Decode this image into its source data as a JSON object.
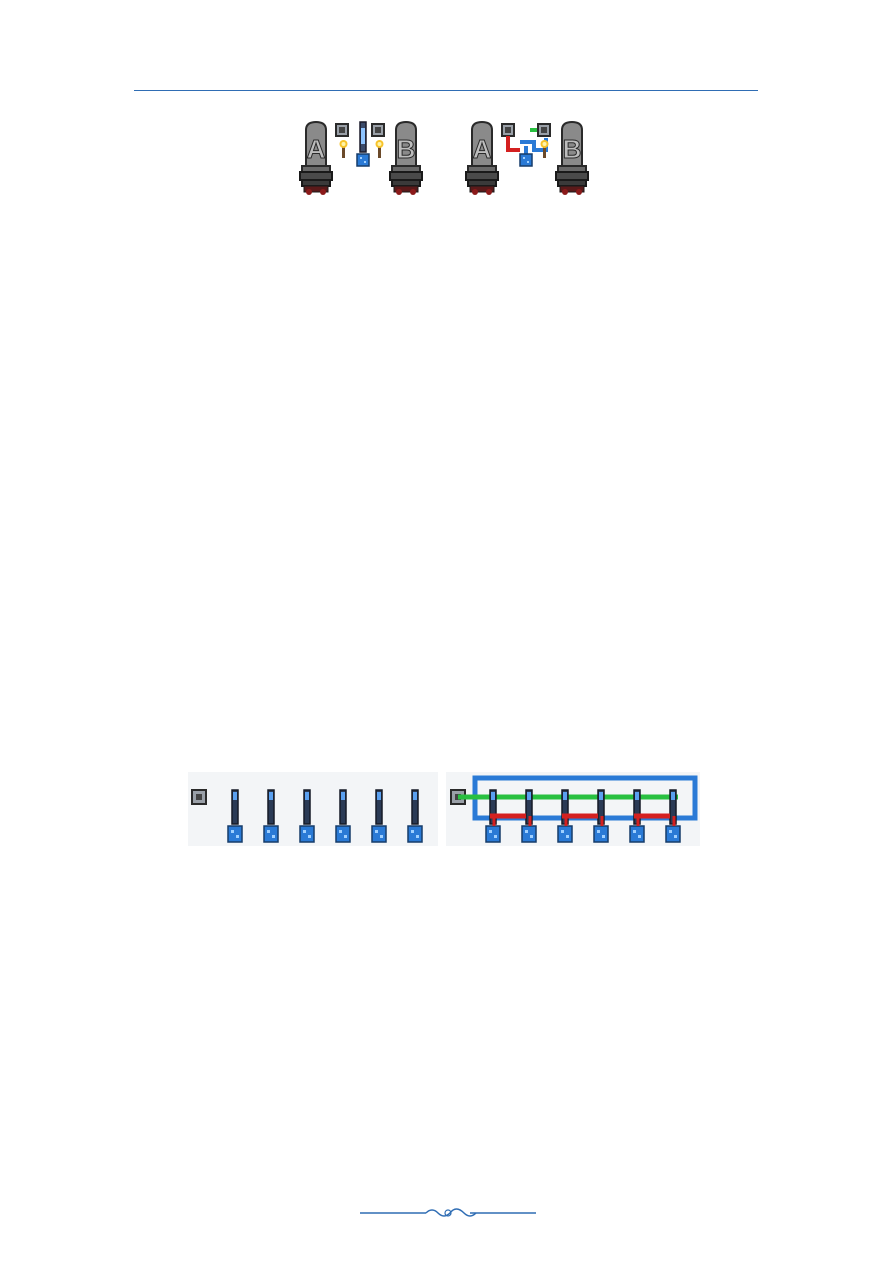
{
  "page": {
    "header_rule_color": "#2f6db4",
    "ornament_color": "#2f6db4"
  },
  "figure_top": {
    "left_group": {
      "statue_a_letter": "A",
      "statue_b_letter": "B",
      "icons": [
        "statue-icon",
        "switch-icon",
        "torch-icon",
        "teleporter-icon",
        "torch-icon",
        "switch-icon",
        "statue-icon"
      ]
    },
    "right_group": {
      "statue_a_letter": "A",
      "statue_b_letter": "B",
      "wire_colors": [
        "#d42020",
        "#2a7ad6",
        "#28c040"
      ]
    }
  },
  "figure_bottom": {
    "left_group": {
      "lever_count": 6
    },
    "right_group": {
      "lever_count": 6,
      "wire_colors": {
        "blue": "#2a7ad6",
        "green": "#28c040",
        "red": "#d42020"
      }
    }
  }
}
